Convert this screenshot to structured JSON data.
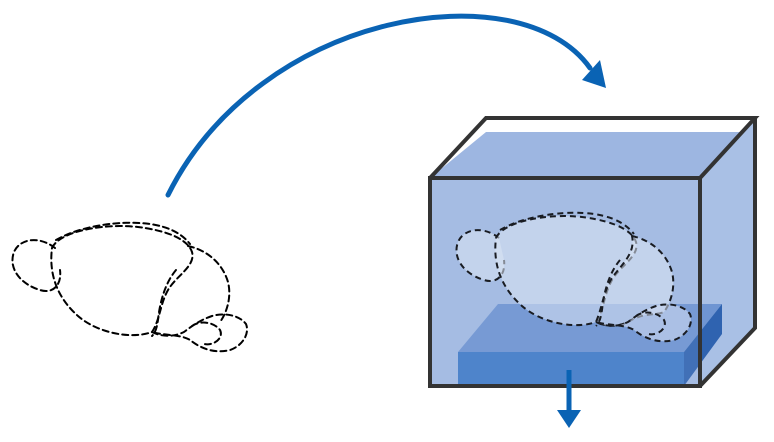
{
  "diagram": {
    "description_elements": [
      "brain-outline",
      "transfer-arrow",
      "fluid-box",
      "stage-platform",
      "submerged-brain",
      "drain-arrow"
    ]
  },
  "colors": {
    "arrow": "#0a63b4",
    "box_fluid_front": "#a5bde3",
    "box_fluid_top": "#9db6e1",
    "box_fluid_side": "#a9c0e5",
    "box_edge": "#333333",
    "platform_top": "#6f95d2",
    "platform_front": "#3f7bc7",
    "platform_side": "#2f63b0",
    "brain_fill_in_box": "#e6ecf8",
    "outline": "#000000"
  }
}
